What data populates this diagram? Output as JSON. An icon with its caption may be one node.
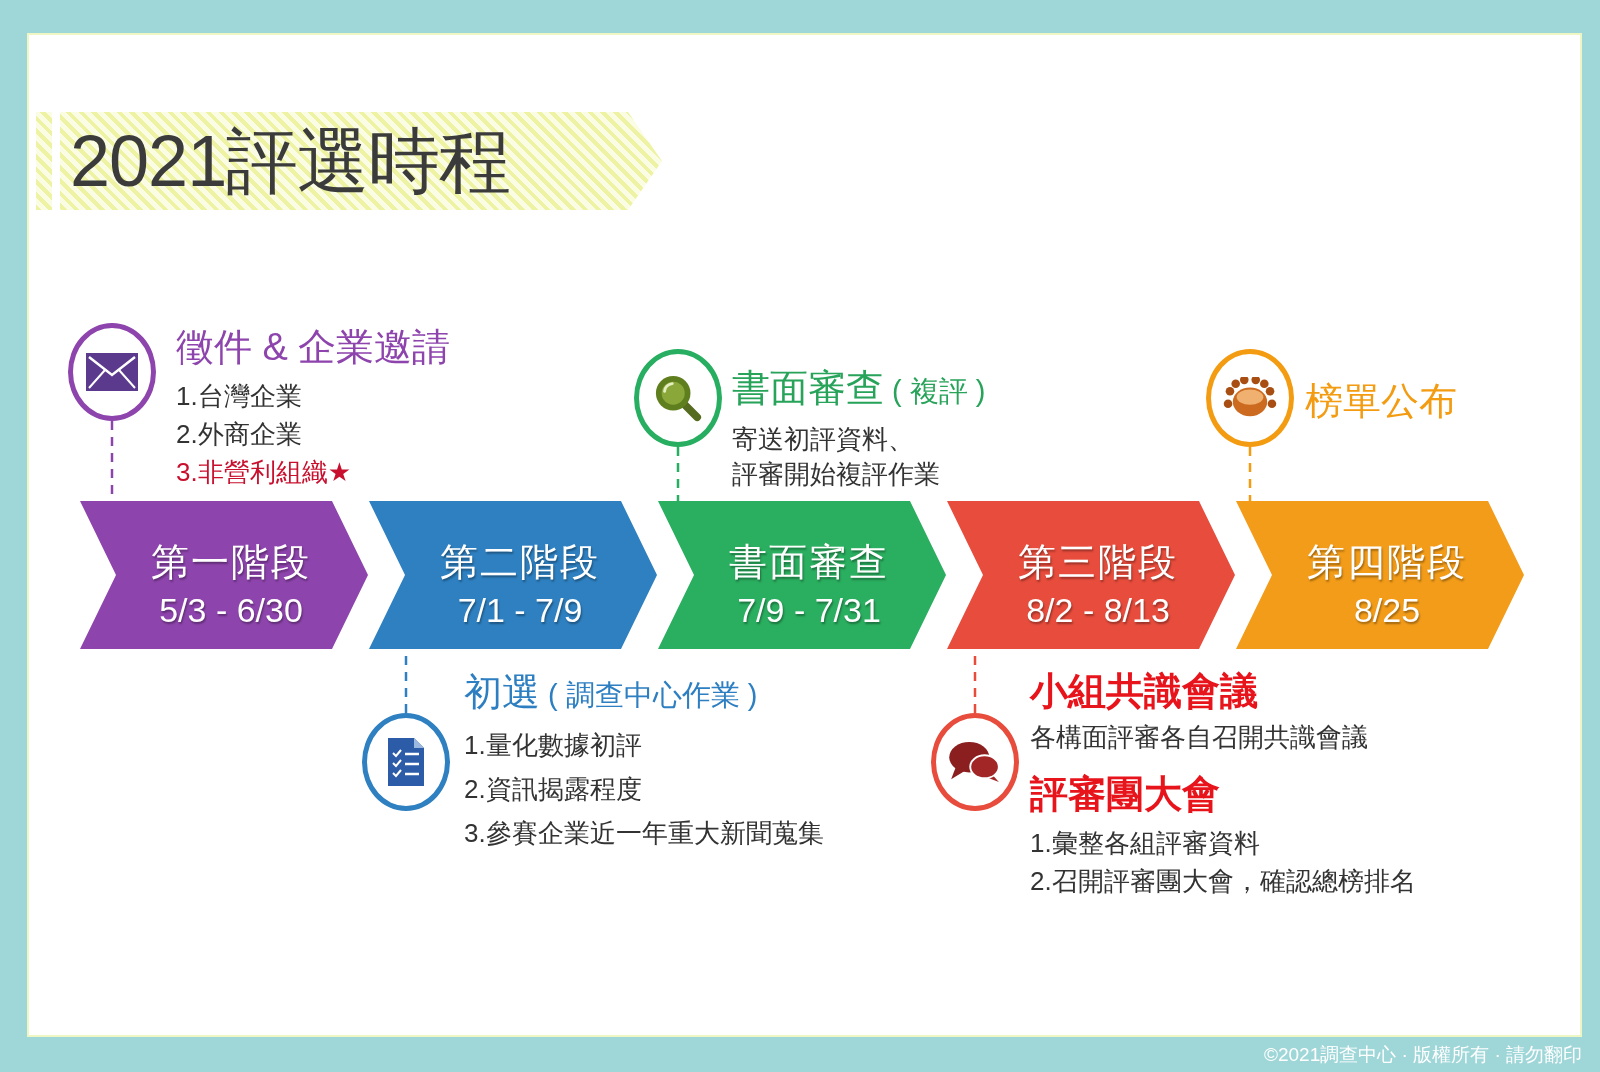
{
  "diagram": {
    "title": "2021評選時程",
    "nodes": [
      {
        "text": [],
        "shape": "circle",
        "beside": [
          "徵件 & 企業邀請",
          "1.台灣企業",
          "2.外商企業",
          "3.非營利組織★"
        ]
      },
      {
        "text": [],
        "shape": "circle",
        "beside": [
          "書面審查",
          "( 複評 )",
          "寄送初評資料、評審開始複評作業"
        ]
      },
      {
        "text": [],
        "shape": "circle",
        "beside": [
          "榜單公布"
        ]
      },
      {
        "text": [
          "第一階段",
          "5/3 - 6/30"
        ]
      },
      {
        "text": [
          "第二階段",
          "7/1 - 7/9"
        ]
      },
      {
        "text": [
          "書面審查",
          "7/9 - 7/31"
        ]
      },
      {
        "text": [
          "第三階段",
          "8/2 - 8/13"
        ]
      },
      {
        "text": [
          "第四階段",
          "8/25"
        ]
      },
      {
        "text": [],
        "shape": "circle",
        "beside": [
          "初選",
          "( 調查中心作業 )",
          "1.量化數據初評",
          "2.資訊揭露程度",
          "3.參賽企業近一年重大新聞蒐集"
        ]
      },
      {
        "text": [],
        "shape": "circle",
        "beside": [
          "小組共識會議",
          "各構面評審各自召開共識會議",
          "評審團大會",
          "1.彙整各組評審資料",
          "2.召開評審團大會，確認總榜排名"
        ]
      }
    ],
    "edges": [
      {
        "from": 0,
        "to": 3,
        "arrow": "none",
        "style": "dashed",
        "color": "#8e44ad"
      },
      {
        "from": 1,
        "to": 5,
        "arrow": "none",
        "style": "dashed",
        "color": "#27ae60"
      },
      {
        "from": 2,
        "to": 7,
        "arrow": "none",
        "style": "dashed",
        "color": "#f39c12"
      },
      {
        "from": 8,
        "to": 4,
        "arrow": "none",
        "style": "dashed",
        "color": "#2e80c1"
      },
      {
        "from": 9,
        "to": 6,
        "arrow": "none",
        "style": "dashed",
        "color": "#e74c3c"
      }
    ],
    "labels": [
      "©2021調查中心 · 版權所有 · 請勿翻印"
    ]
  }
}
